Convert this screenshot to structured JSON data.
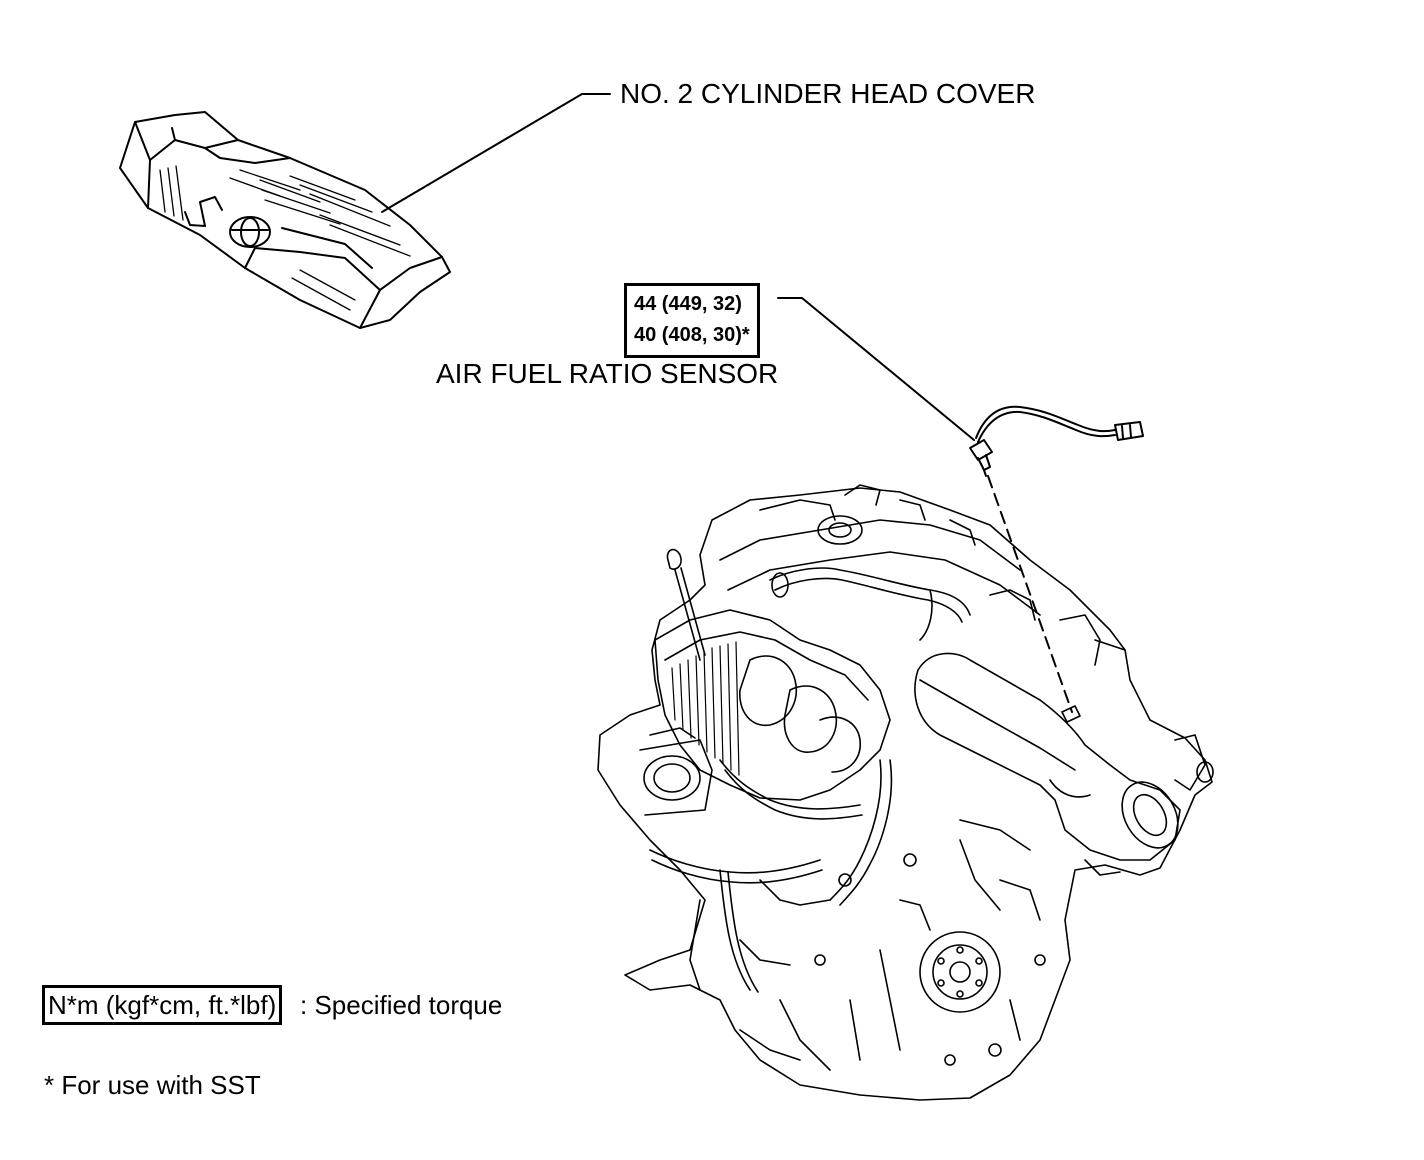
{
  "labels": {
    "cylinder_head_cover": "NO. 2 CYLINDER HEAD COVER",
    "air_fuel_ratio_sensor": "AIR FUEL RATIO SENSOR"
  },
  "torque_spec": {
    "line1": "44 (449, 32)",
    "line2": "40 (408, 30)*"
  },
  "legend": {
    "torque_units": "N*m (kgf*cm, ft.*lbf)",
    "torque_suffix": ": Specified torque",
    "sst_note": "* For use with SST"
  }
}
